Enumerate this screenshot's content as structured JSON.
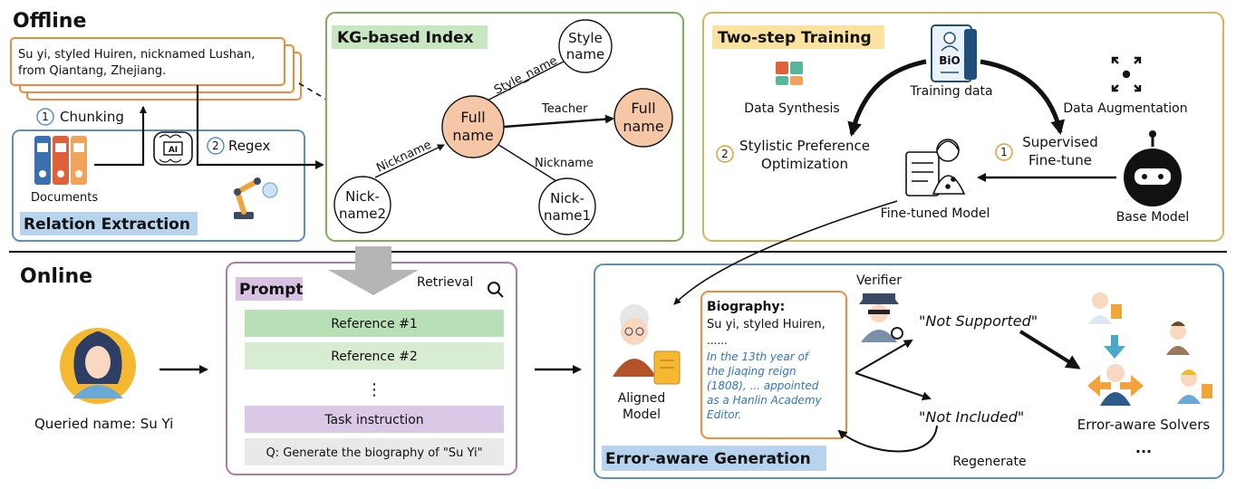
{
  "offline": {
    "title": "Offline",
    "chunk_text": [
      "Su yi, styled Huiren, nicknamed Lushan,",
      "from Qiantang, Zhejiang."
    ],
    "step1_num": "1",
    "step1_label": "Chunking",
    "step2_num": "2",
    "step2_label": "Regex",
    "documents_label": "Documents",
    "ai_chip_label": "AI",
    "relation_extraction_title": "Relation Extraction"
  },
  "kg": {
    "title": "KG-based Index",
    "nodes": {
      "style_name": [
        "Style",
        "name"
      ],
      "full_name_center": [
        "Full",
        "name"
      ],
      "full_name_right": [
        "Full",
        "name"
      ],
      "nickname2": [
        "Nick-",
        "name2"
      ],
      "nickname1": [
        "Nick-",
        "name1"
      ]
    },
    "edges": {
      "style_name": "Style_name",
      "teacher": "Teacher",
      "nickname_left": "Nickname",
      "nickname_right": "Nickname"
    }
  },
  "training": {
    "title": "Two-step Training",
    "training_data": "Training data",
    "bio_label": "BiO",
    "data_synthesis": "Data Synthesis",
    "data_augmentation": "Data Augmentation",
    "spo_num": "2",
    "spo_label": [
      "Stylistic Preference",
      "Optimization"
    ],
    "sft_num": "1",
    "sft_label": [
      "Supervised",
      "Fine-tune"
    ],
    "fine_tuned_model": "Fine-tuned Model",
    "base_model": "Base Model"
  },
  "online": {
    "title": "Online",
    "queried_name": "Queried name: Su Yi"
  },
  "prompt": {
    "title": "Prompt",
    "retrieval": "Retrieval",
    "ref1": "Reference #1",
    "ref2": "Reference #2",
    "dots": "⋮",
    "task_instruction": "Task instruction",
    "question": "Q: Generate the biography of \"Su Yi\""
  },
  "generation": {
    "title": "Error-aware Generation",
    "aligned_model": [
      "Aligned",
      "Model"
    ],
    "bio_title": "Biography:",
    "bio_line1": "Su yi, styled Huiren,",
    "bio_dots": "......",
    "bio_italic": [
      "In the 13th year of",
      "the Jiaqing reign",
      "(1808), ... appointed",
      "as a Hanlin Academy",
      "Editor."
    ],
    "verifier": "Verifier",
    "not_supported": "\"Not Supported\"",
    "not_included": "\"Not Included\"",
    "regenerate": "Regenerate",
    "solvers": "Error-aware Solvers",
    "solvers_dots": "..."
  },
  "colors": {
    "orange_box": "#f08a3c",
    "green_box": "#7fae5a",
    "gold_box": "#d9b45a",
    "blue_box": "#5b8ec4",
    "purple_box": "#b07aa8",
    "node_fill": "#f6c7a7",
    "ref_green": "#b9dfb6",
    "task_purple": "#d9c9e6",
    "q_gray": "#e9e9e9",
    "italic_blue": "#2f74c8",
    "title_blue": "#b7d3ee",
    "title_green": "#c9e6c2",
    "title_yellow": "#fbe2a0",
    "title_purple": "#d7c2e1"
  }
}
